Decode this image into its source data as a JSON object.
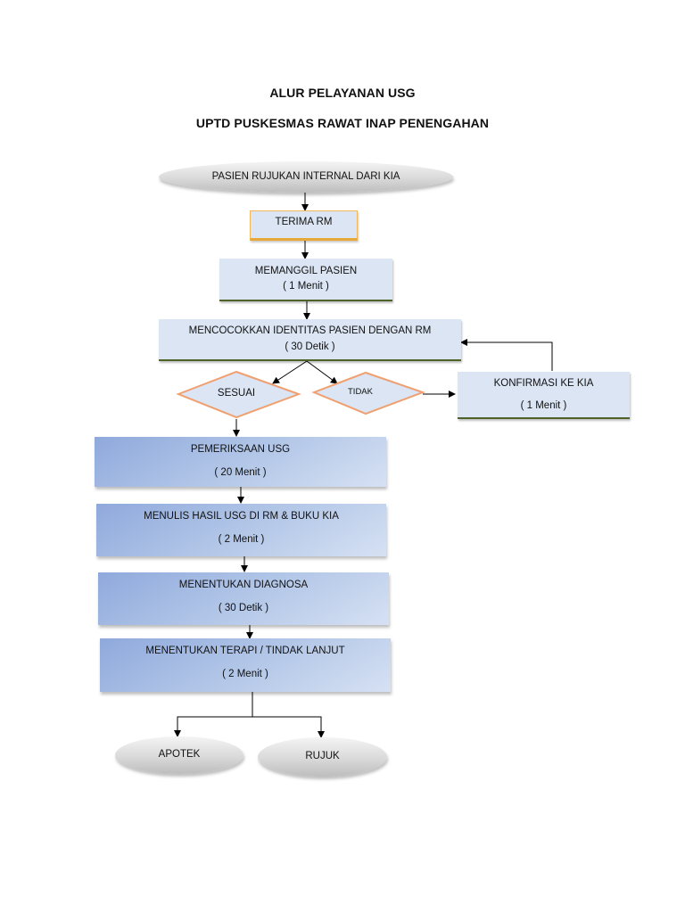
{
  "title": {
    "line1": "ALUR PELAYANAN USG",
    "line2": "UPTD PUSKESMAS RAWAT INAP PENENGAHAN"
  },
  "nodes": {
    "start": "PASIEN RUJUKAN INTERNAL DARI KIA",
    "terima_rm": "TERIMA RM",
    "memanggil": {
      "label": "MEMANGGIL PASIEN",
      "time": "( 1 Menit )"
    },
    "mencocokkan": {
      "label": "MENCOCOKKAN IDENTITAS PASIEN DENGAN RM",
      "time": "( 30 Detik )"
    },
    "sesuai": "SESUAI",
    "tidak": "TIDAK",
    "konfirmasi": {
      "label": "KONFIRMASI KE KIA",
      "time": "( 1 Menit )"
    },
    "pemeriksaan": {
      "label": "PEMERIKSAAN USG",
      "time": "( 20 Menit )"
    },
    "menulis": {
      "label": "MENULIS HASIL USG DI RM & BUKU KIA",
      "time": "( 2 Menit )"
    },
    "diagnosa": {
      "label": "MENENTUKAN DIAGNOSA",
      "time": "( 30 Detik )"
    },
    "terapi": {
      "label": "MENENTUKAN TERAPI / TINDAK LANJUT",
      "time": "( 2 Menit )"
    },
    "apotek": "APOTEK",
    "rujuk": "RUJUK"
  },
  "colors": {
    "pale_box": "#dbe5f3",
    "gradient_box": "#8fa9dc",
    "diamond_fill": "#dbe5f3",
    "diamond_border": "#f0a070",
    "ellipse_fill": "#d9d9d9",
    "underline_green": "#4f6228"
  }
}
